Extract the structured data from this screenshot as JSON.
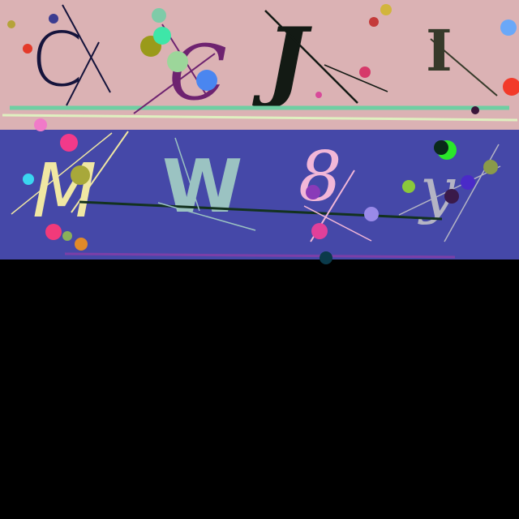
{
  "colors": {
    "top_band": "#dbb2b4",
    "middle_band": "#4548a8",
    "bottom_band": "#000000"
  },
  "glyphs": {
    "c_letter": "C",
    "script_c_letter": "C",
    "j_letter": "J",
    "i_letter": "I",
    "m_letter": "M",
    "w_letter": "W",
    "eight_numeral": "8",
    "script_y_letter": "y"
  }
}
